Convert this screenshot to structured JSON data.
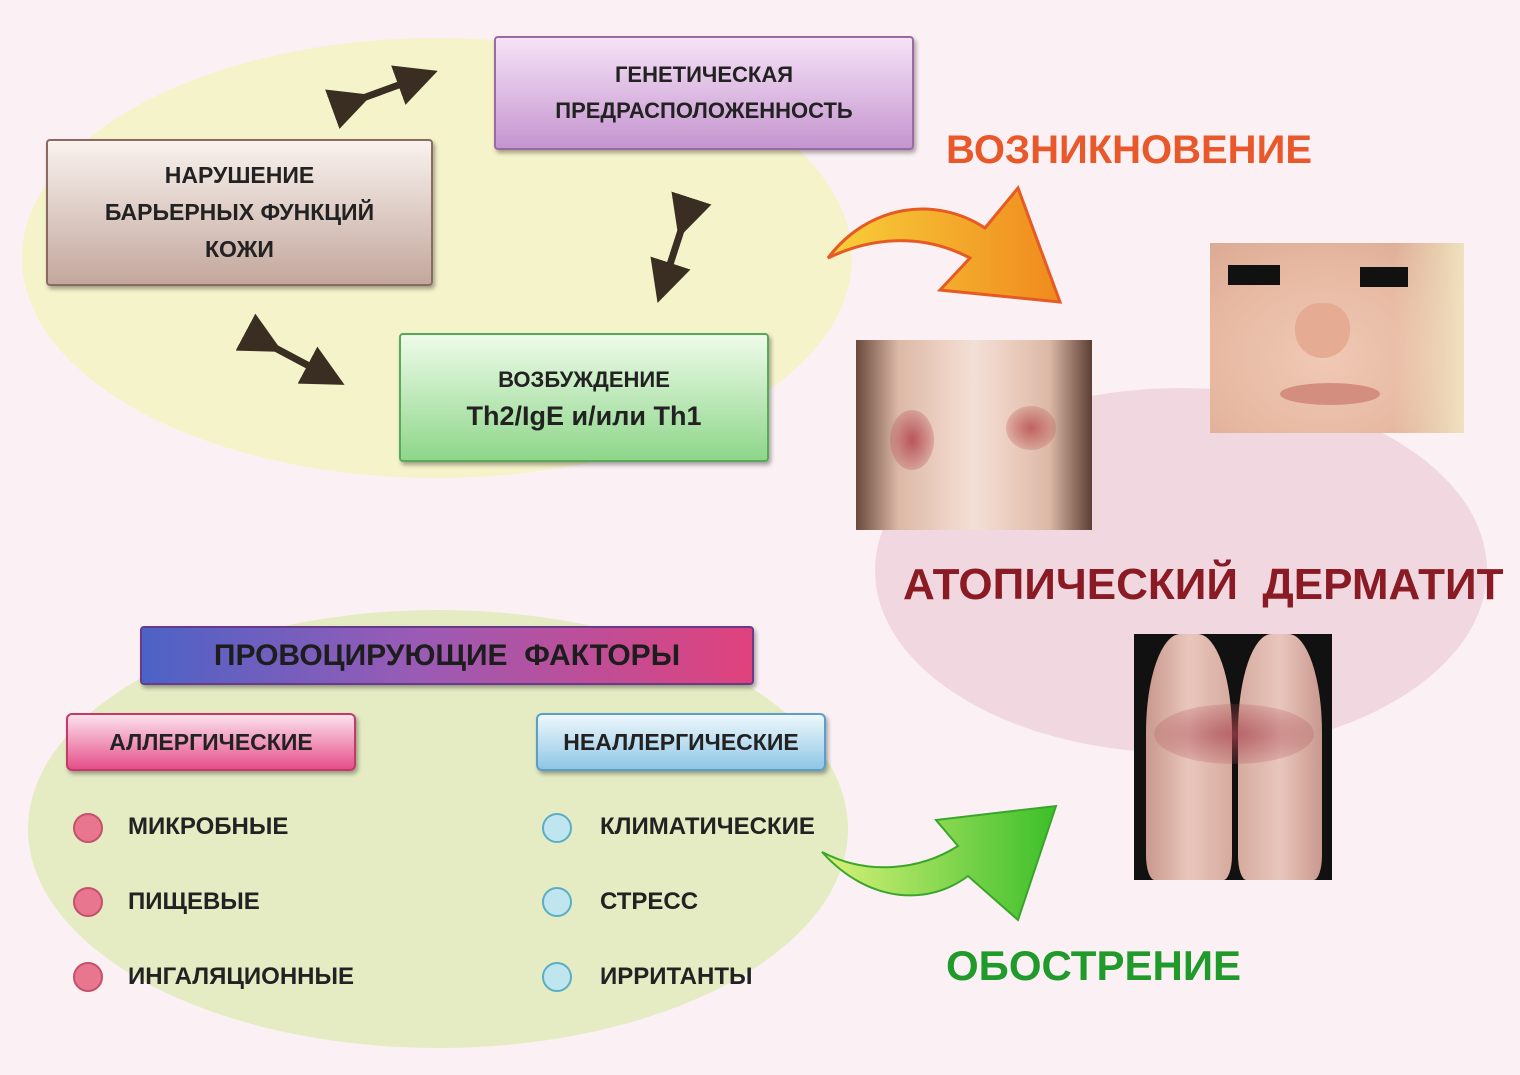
{
  "colors": {
    "background": "#fbf1f4",
    "top_ellipse": "#f5f3c9",
    "bottom_ellipse": "#e5ecc4",
    "right_ellipse": "#f1d8e0",
    "onset_title": "#e8582a",
    "exacerbation_title": "#1f9a2b",
    "diagnosis_title": "#8a1a23",
    "allergic_dot": "#e8768e",
    "nonallergic_dot": "#bfe6ee"
  },
  "causes": {
    "genetic": [
      "ГЕНЕТИЧЕСКАЯ",
      "ПРЕДРАСПОЛОЖЕННОСТЬ"
    ],
    "barrier": [
      "НАРУШЕНИЕ",
      "БАРЬЕРНЫХ ФУНКЦИЙ",
      "КОЖИ"
    ],
    "immune": [
      "ВОЗБУЖДЕНИЕ",
      "Th2/IgE и/или Th1"
    ]
  },
  "onset_title": "ВОЗНИКНОВЕНИЕ",
  "diagnosis_title": "АТОПИЧЕСКИЙ  ДЕРМАТИТ",
  "exacerbation_title": "ОБОСТРЕНИЕ",
  "factors": {
    "title": "ПРОВОЦИРУЮЩИЕ  ФАКТОРЫ",
    "allergic": {
      "label": "АЛЛЕРГИЧЕСКИЕ",
      "items": [
        "МИКРОБНЫЕ",
        "ПИЩЕВЫЕ",
        "ИНГАЛЯЦИОННЫЕ"
      ]
    },
    "nonallergic": {
      "label": "НЕАЛЛЕРГИЧЕСКИЕ",
      "items": [
        "КЛИМАТИЧЕСКИЕ",
        "СТРЕСС",
        "ИРРИТАНТЫ"
      ]
    }
  },
  "icons": [
    "double-arrow-icon",
    "curved-arrow-icon"
  ]
}
